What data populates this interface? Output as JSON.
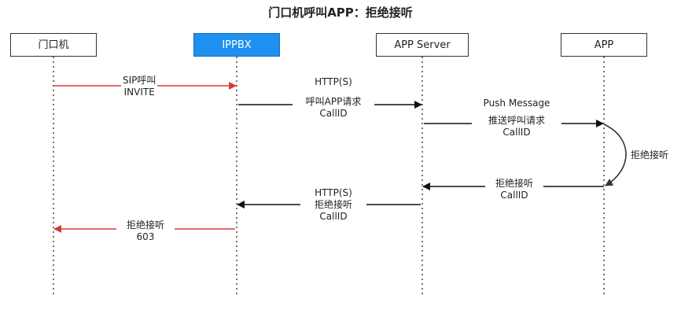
{
  "title": "门口机呼叫APP：拒绝接听",
  "participants": [
    {
      "label": "门口机"
    },
    {
      "label": "IPPBX"
    },
    {
      "label": "APP Server"
    },
    {
      "label": "APP"
    }
  ],
  "messages": [
    {
      "lines": [
        "SIP呼叫",
        "INVITE"
      ],
      "color": "#d63c3c"
    },
    {
      "lines": [
        "HTTP(S)",
        "呼叫APP请求",
        "CallID"
      ],
      "color": "#111111"
    },
    {
      "lines": [
        "Push Message",
        "推送呼叫请求",
        "CallID"
      ],
      "color": "#111111"
    },
    {
      "lines": [
        "拒绝接听"
      ],
      "color": "#333333"
    },
    {
      "lines": [
        "拒绝接听",
        "CallID"
      ],
      "color": "#111111"
    },
    {
      "lines": [
        "HTTP(S)",
        "拒绝接听",
        "CallID"
      ],
      "color": "#111111"
    },
    {
      "lines": [
        "拒绝接听",
        "603"
      ],
      "color": "#d63c3c"
    }
  ],
  "colors": {
    "ippbx": "#1e90f0",
    "sip": "#d63c3c",
    "http": "#111111"
  }
}
